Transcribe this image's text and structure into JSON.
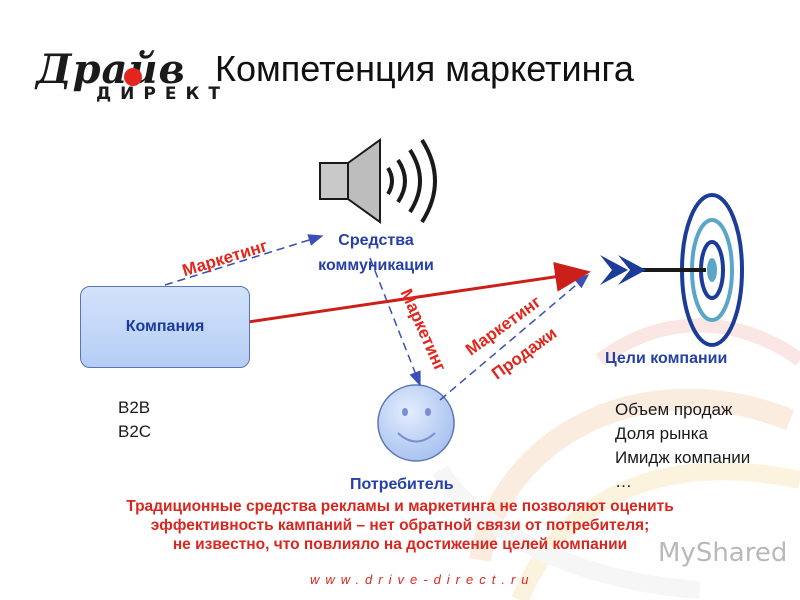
{
  "logo": {
    "script": "Драйв",
    "sub": "ДИРЕКТ"
  },
  "title": "Компетенция маркетинга",
  "nodes": {
    "company": "Компания",
    "media": "Средства коммуникации",
    "goals": "Цели компании",
    "consumer": "Потребитель"
  },
  "arrow_labels": {
    "marketing_to_media": "Маркетинг",
    "media_to_consumer": "Маркетинг",
    "consumer_to_goals_1": "Маркетинг",
    "consumer_to_goals_2": "Продажи"
  },
  "segments": [
    "B2B",
    "B2C"
  ],
  "goal_items": [
    "Объем продаж",
    "Доля рынка",
    "Имидж компании",
    "…"
  ],
  "bottom_text": [
    "Традиционные средства рекламы и маркетинга не позволяют оценить",
    "эффективность  кампаний – нет обратной связи от потребителя;",
    "не известно, что повлияло на достижение целей компании"
  ],
  "footer_url": "www.drive-direct.ru",
  "watermark": "MyShared",
  "colors": {
    "accent_red": "#e3261d",
    "node_blue": "#2540a6",
    "dashed_blue": "#3a4fb8",
    "box_fill": "#c6d8f8"
  }
}
